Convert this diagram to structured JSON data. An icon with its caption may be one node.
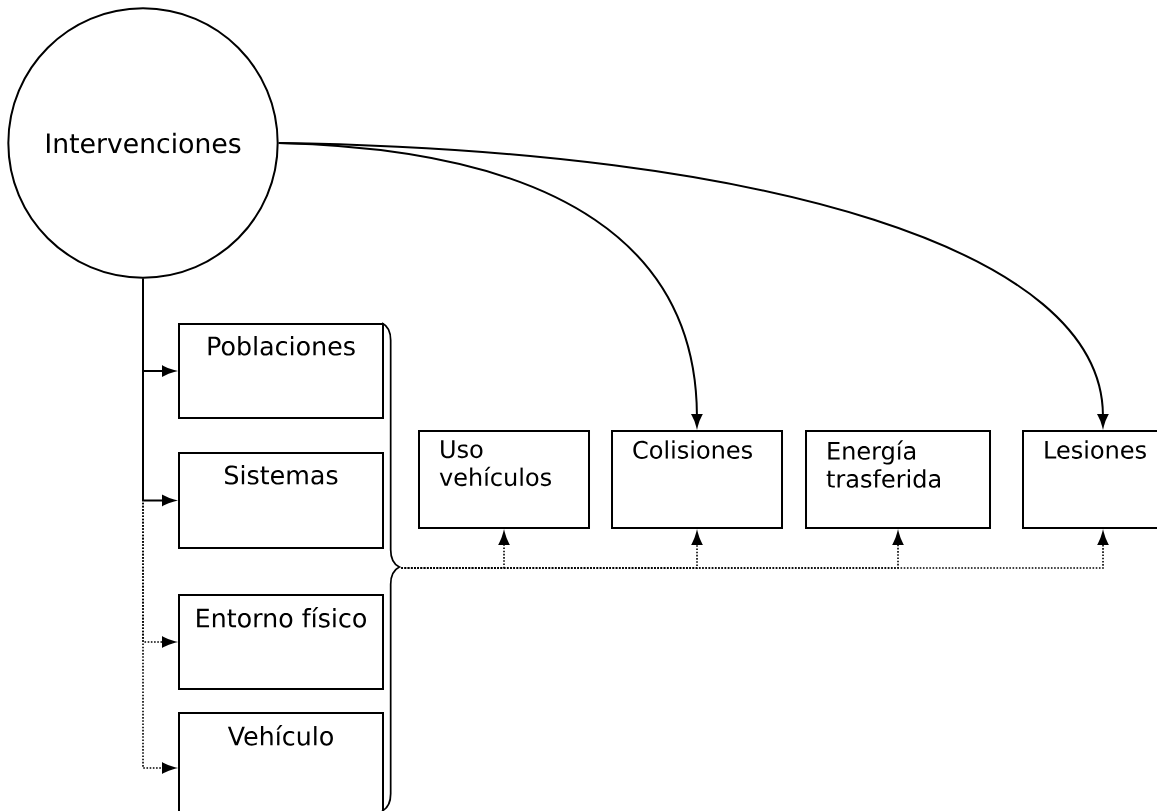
{
  "diagram": {
    "nodes": [
      {
        "text": [
          "Intervenciones"
        ]
      },
      {
        "text": [
          "Poblaciones"
        ]
      },
      {
        "text": [
          "Sistemas"
        ]
      },
      {
        "text": [
          "Entorno físico"
        ]
      },
      {
        "text": [
          "Vehículo"
        ]
      },
      {
        "text": [
          "Uso vehículos"
        ]
      },
      {
        "text": [
          "Colisiones"
        ]
      },
      {
        "text": [
          "Energía trasferida"
        ]
      },
      {
        "text": [
          "Lesiones"
        ]
      },
      {
        "text": [],
        "shape": "brace"
      }
    ],
    "edges": [
      {
        "from": 0,
        "to": 1,
        "arrow": "to"
      },
      {
        "from": 0,
        "to": 2,
        "arrow": "to"
      },
      {
        "from": 0,
        "to": 3,
        "arrow": "to",
        "style": "dashed"
      },
      {
        "from": 0,
        "to": 4,
        "arrow": "to",
        "style": "dashed"
      },
      {
        "from": 0,
        "to": 6,
        "arrow": "to"
      },
      {
        "from": 0,
        "to": 8,
        "arrow": "to"
      },
      {
        "from": 9,
        "to": 5,
        "arrow": "to",
        "style": "dashed"
      },
      {
        "from": 9,
        "to": 6,
        "arrow": "to",
        "style": "dashed"
      },
      {
        "from": 9,
        "to": 7,
        "arrow": "to",
        "style": "dashed"
      },
      {
        "from": 9,
        "to": 8,
        "arrow": "to",
        "style": "dashed"
      }
    ]
  }
}
